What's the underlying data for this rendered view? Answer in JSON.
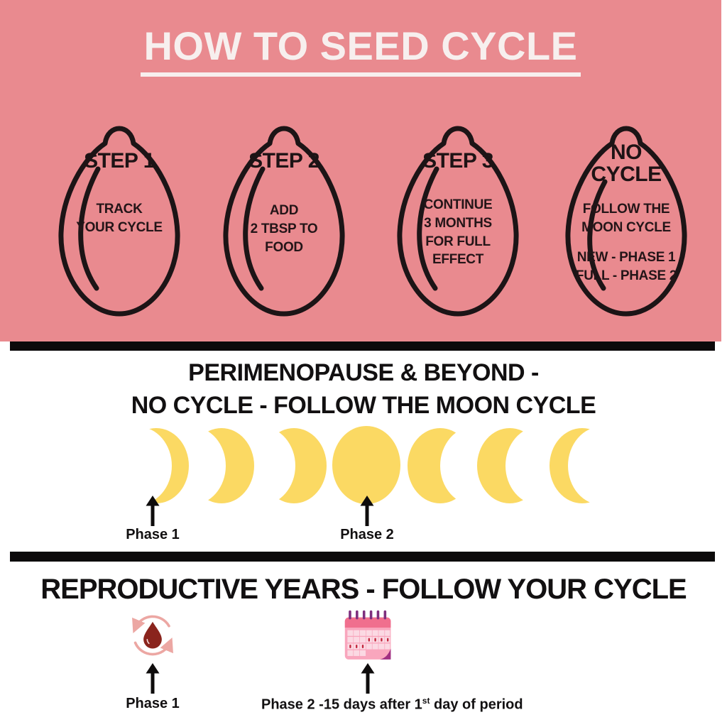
{
  "hero": {
    "title": "HOW TO SEED CYCLE",
    "seeds": [
      {
        "heading": "STEP 1",
        "lines": [
          "TRACK",
          "YOUR CYCLE"
        ]
      },
      {
        "heading": "STEP 2",
        "lines": [
          "ADD",
          "2 TBSP TO",
          "FOOD"
        ]
      },
      {
        "heading": "STEP 3",
        "lines": [
          "CONTINUE",
          "3 MONTHS",
          "FOR FULL",
          "EFFECT"
        ]
      },
      {
        "heading": "NO CYCLE",
        "lines": [
          "FOLLOW THE",
          "MOON CYCLE"
        ],
        "lines2": [
          "NEW - PHASE 1",
          "FULL - PHASE 2"
        ]
      }
    ]
  },
  "moon_section": {
    "heading_line1": "PERIMENOPAUSE & BEYOND -",
    "heading_line2": "NO CYCLE - FOLLOW THE MOON CYCLE",
    "phases": [
      "waxing-crescent-thin",
      "waxing-crescent-medium",
      "waxing-crescent-thick",
      "full-moon",
      "waning-crescent-thick",
      "waning-crescent-medium",
      "waning-crescent-thin"
    ],
    "phase1_label": "Phase 1",
    "phase2_label": "Phase 2"
  },
  "repro_section": {
    "heading": "REPRODUCTIVE YEARS - FOLLOW YOUR CYCLE",
    "phase1_label": "Phase 1",
    "phase2_note_prefix": "Phase 2  -15 days after 1",
    "phase2_note_sup": "st",
    "phase2_note_suffix": " day of period",
    "icons": [
      "blood-drop-cycle-icon",
      "period-calendar-icon"
    ]
  },
  "colors": {
    "background_pink": "#E98A8F",
    "title_white": "#F7EFEE",
    "divider_black": "#0C0A0B",
    "seed_outline_black": "#1C1416",
    "moon_yellow": "#FBD963",
    "blood_drop_red": "#8A241D",
    "cycle_arrow_pink": "#ECA7A3",
    "calendar_pink": "#F9A6BD",
    "calendar_header_pink": "#F06F8E",
    "calendar_ring_purple": "#7E2F7E"
  }
}
